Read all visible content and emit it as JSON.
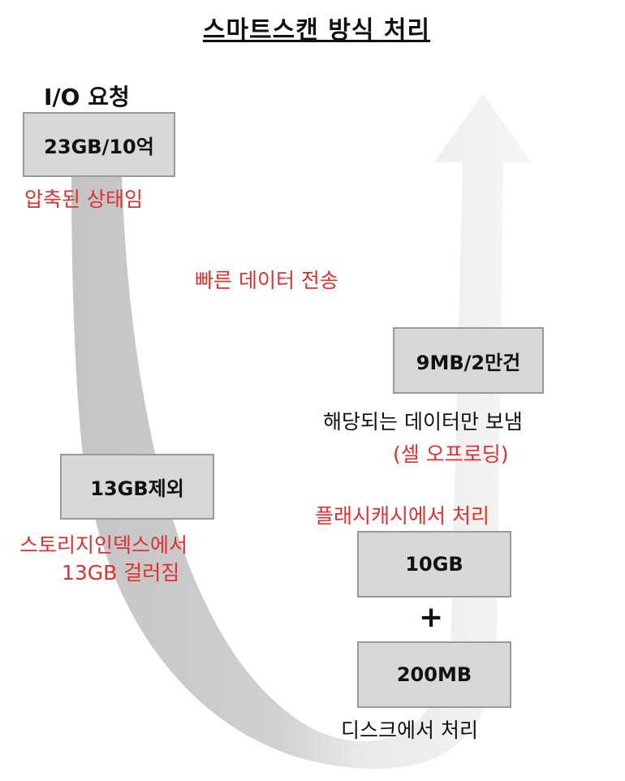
{
  "title": "스마트스캔 방식 처리",
  "io_request_label": "I/O 요청",
  "boxes": {
    "compressed_total": "23GB/10억",
    "result": "9MB/2만건",
    "excluded": "13GB제외",
    "flash_cache_amount": "10GB",
    "disk_amount": "200MB"
  },
  "notes": {
    "compressed_state": "압축된 상태임",
    "fast_transfer": "빠른 데이터 전송",
    "only_relevant_data": "해당되는 데이터만 보냄",
    "cell_offloading": "(셀 오프로딩)",
    "flash_cache_processing": "플래시캐시에서 처리",
    "storage_index_line1": "스토리지인덱스에서",
    "storage_index_line2": "13GB 걸러짐",
    "disk_processing": "디스크에서 처리"
  },
  "plus_sign": "+",
  "colors": {
    "box_fill": "#d8d8d8",
    "box_border": "#9a9a9a",
    "annotation_red": "#e03030",
    "arrow_gray": "#cfcfcf",
    "arrow_light": "#f0f0f0"
  }
}
